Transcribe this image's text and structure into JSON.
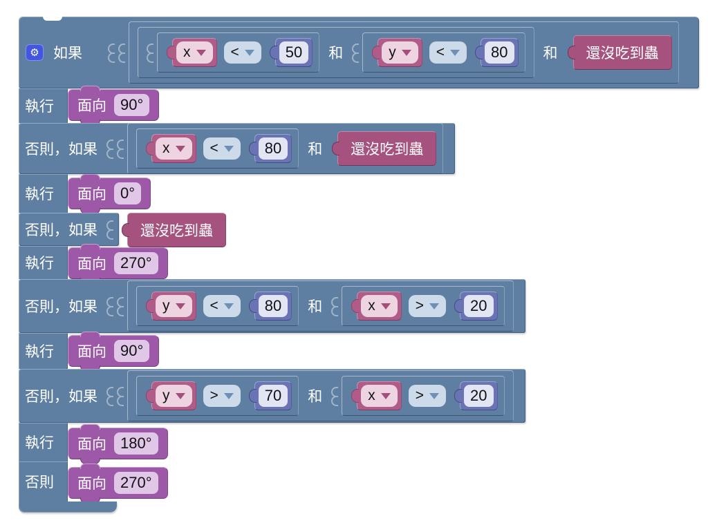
{
  "colors": {
    "if_block": "#5f7fa2",
    "variable_block": "#b05c88",
    "variable_field": "#eed4e1",
    "operator_field": "#ccdae9",
    "number_block": "#6a74b4",
    "number_field": "#e2e5f4",
    "boolean_block": "#a5537e",
    "action_block": "#9d58a8",
    "action_field": "#e0c7e8",
    "gear_badge": "#4356e0",
    "workspace_background": "#ffffff"
  },
  "icons": {
    "gear": "⚙"
  },
  "labels": {
    "if": "如果",
    "do": "執行",
    "elseif": "否則，如果",
    "else": "否則",
    "and": "和",
    "face": "面向",
    "no_bug": "還沒吃到蟲"
  },
  "conditions": {
    "r1a": {
      "var": "x",
      "op": "<",
      "value": "50"
    },
    "r1b": {
      "var": "y",
      "op": "<",
      "value": "80"
    },
    "r3a": {
      "var": "x",
      "op": "<",
      "value": "80"
    },
    "r7a": {
      "var": "y",
      "op": "<",
      "value": "80"
    },
    "r7b": {
      "var": "x",
      "op": ">",
      "value": "20"
    },
    "r9a": {
      "var": "y",
      "op": ">",
      "value": "70"
    },
    "r9b": {
      "var": "x",
      "op": ">",
      "value": "20"
    }
  },
  "actions": {
    "do1": "90°",
    "do2": "0°",
    "do3": "270°",
    "do4": "90°",
    "do5": "180°",
    "else_do": "270°"
  }
}
